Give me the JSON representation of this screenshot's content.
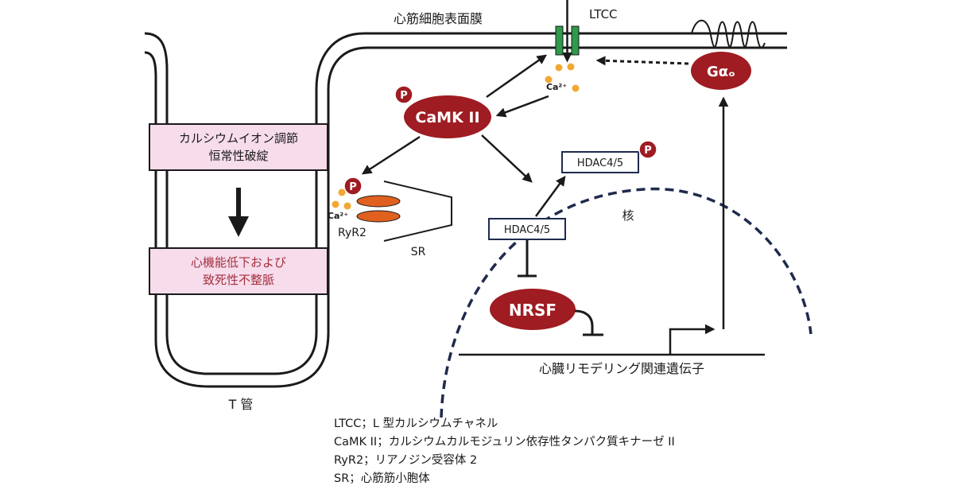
{
  "membrane_label": "心筋細胞表面膜",
  "ltcc_label": "LTCC",
  "galpha_label": "Gαₒ",
  "ca_label": "Ca²⁺",
  "camk_label": "CaMK II",
  "phospho_label": "P",
  "ryr2_label": "RyR2",
  "sr_label": "SR",
  "nucleus_label": "核",
  "hdac_cytoplasm_label": "HDAC4/5",
  "hdac_nucleus_label": "HDAC4/5",
  "nrsf_label": "NRSF",
  "gene_label": "心臓リモデリング関連遺伝子",
  "t_tubule_label": "T 管",
  "box_top": {
    "line1": "カルシウムイオン調節",
    "line2": "恒常性破綻"
  },
  "box_bottom": {
    "line1": "心機能低下および",
    "line2": "致死性不整脈"
  },
  "legend": [
    "LTCC；L 型カルシウムチャネル",
    "CaMK II；カルシウムカルモジュリン依存性タンパク質キナーゼ II",
    "RyR2；リアノジン受容体 2",
    "SR；心筋筋小胞体"
  ],
  "colors": {
    "protein_red": "#9e1c22",
    "ltcc_green": "#2e9a4a",
    "ca_orange": "#f2a833",
    "ryr2_orange": "#e0601f",
    "box_pink": "#f7dcec",
    "outcome_text": "#a3303c",
    "nucleus_navy": "#1f2a4d"
  }
}
